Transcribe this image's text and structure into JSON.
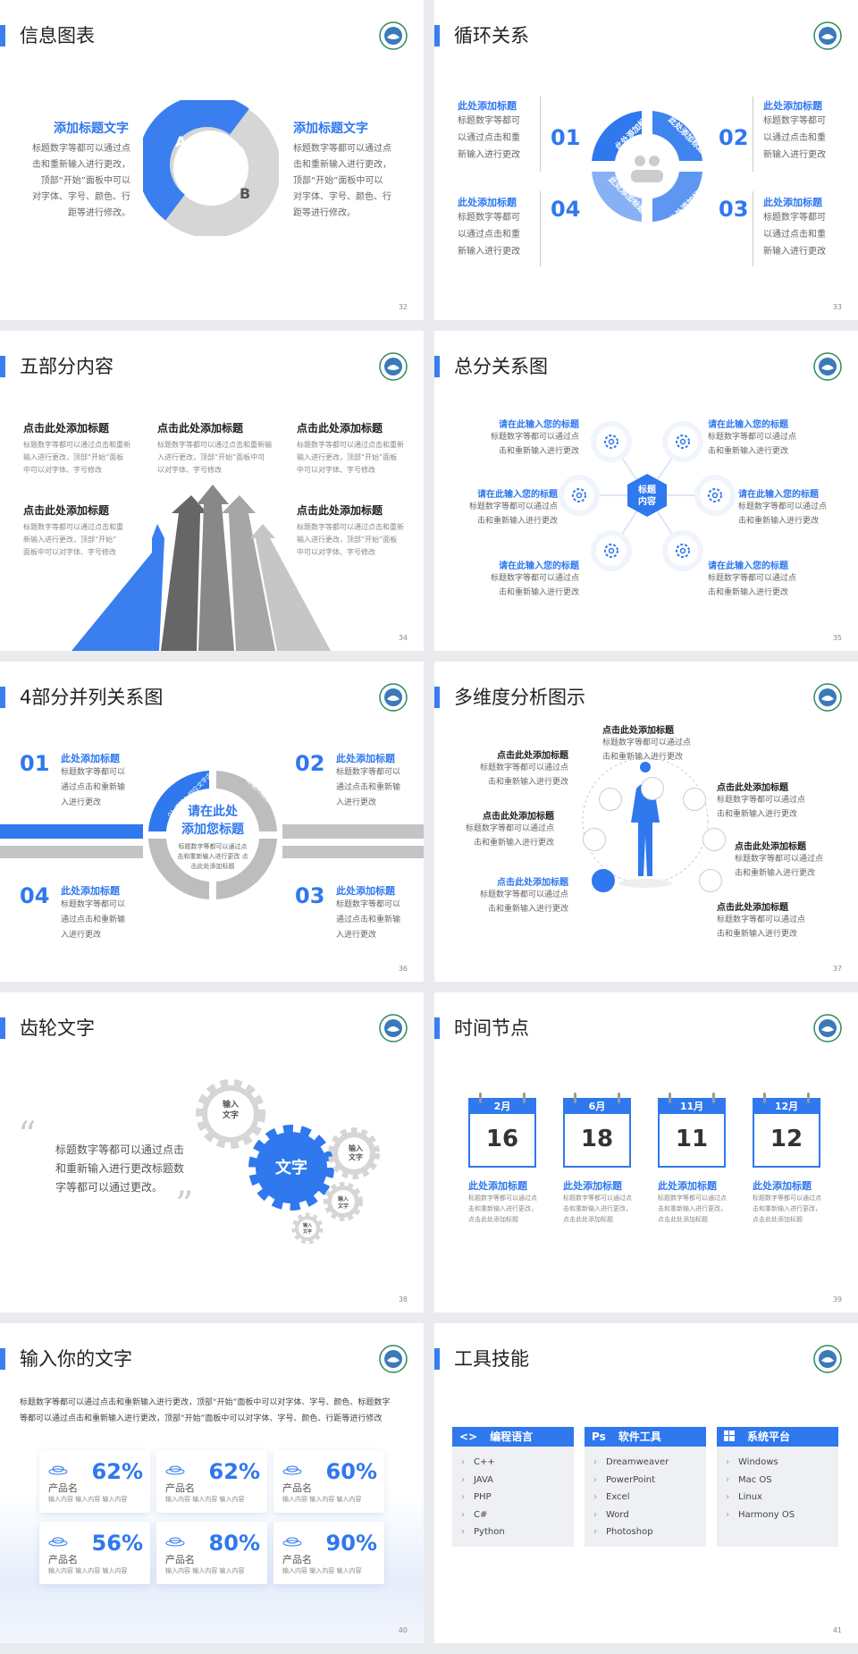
{
  "colors": {
    "accent": "#2f78ee",
    "gray": "#8e8e8e",
    "light": "#d5d5d5"
  },
  "s32": {
    "title": "信息图表",
    "page": "32",
    "left_title": "添加标题文字",
    "left_text": [
      "标题数字等都可以通过点",
      "击和重新输入进行更改，",
      "顶部“开始”面板中可以",
      "对字体、字号、颜色、行",
      "距等进行修改。"
    ],
    "right_title": "添加标题文字",
    "right_text": [
      "标题数字等都可以通过点",
      "击和重新输入进行更改，",
      "顶部“开始”面板中可以",
      "对字体、字号、颜色、行",
      "距等进行修改。"
    ],
    "label_a": "A",
    "label_b": "B"
  },
  "s33": {
    "title": "循环关系",
    "page": "33",
    "items": [
      {
        "num": "01",
        "title": "此处添加标题",
        "text": [
          "标题数字等都可",
          "以通过点击和重",
          "新输入进行更改"
        ]
      },
      {
        "num": "02",
        "title": "此处添加标题",
        "text": [
          "标题数字等都可",
          "以通过点击和重",
          "新输入进行更改"
        ]
      },
      {
        "num": "03",
        "title": "此处添加标题",
        "text": [
          "标题数字等都可",
          "以通过点击和重",
          "新输入进行更改"
        ]
      },
      {
        "num": "04",
        "title": "此处添加标题",
        "text": [
          "标题数字等都可",
          "以通过点击和重",
          "新输入进行更改"
        ]
      }
    ],
    "ring_labels": [
      "此处添加标题",
      "此处添加标题",
      "此处添加标题",
      "此处添加标题"
    ]
  },
  "s34": {
    "title": "五部分内容",
    "page": "34",
    "items": [
      {
        "title": "点击此处添加标题",
        "text": [
          "标题数字等都可以通过点击和重新",
          "输入进行更改，顶部“开始”面板",
          "中可以对字体、字号修改"
        ]
      },
      {
        "title": "点击此处添加标题",
        "text": [
          "标题数字等都可以通过点击和重新输",
          "入进行更改，顶部“开始”面板中可",
          "以对字体、字号修改"
        ]
      },
      {
        "title": "点击此处添加标题",
        "text": [
          "标题数字等都可以通过点击和重新",
          "输入进行更改，顶部“开始”面板",
          "中可以对字体、字号修改"
        ]
      },
      {
        "title": "点击此处添加标题",
        "text": [
          "标题数字等都可以通过点击和重",
          "新输入进行更改，顶部“开始”",
          "面板中可以对字体、字号修改"
        ]
      },
      {
        "title": "点击此处添加标题",
        "text": [
          "标题数字等都可以通过点击和重新",
          "输入进行更改，顶部“开始”面板",
          "中可以对字体、字号修改"
        ]
      }
    ]
  },
  "s35": {
    "title": "总分关系图",
    "page": "35",
    "center": [
      "标题",
      "内容"
    ],
    "items": [
      {
        "title": "请在此输入您的标题",
        "text": [
          "标题数字等都可以通过点",
          "击和重新输入进行更改"
        ]
      },
      {
        "title": "请在此输入您的标题",
        "text": [
          "标题数字等都可以通过点",
          "击和重新输入进行更改"
        ]
      },
      {
        "title": "请在此输入您的标题",
        "text": [
          "标题数字等都可以通过点",
          "击和重新输入进行更改"
        ]
      },
      {
        "title": "请在此输入您的标题",
        "text": [
          "标题数字等都可以通过点",
          "击和重新输入进行更改"
        ]
      },
      {
        "title": "请在此输入您的标题",
        "text": [
          "标题数字等都可以通过点",
          "击和重新输入进行更改"
        ]
      },
      {
        "title": "请在此输入您的标题",
        "text": [
          "标题数字等都可以通过点",
          "击和重新输入进行更改"
        ]
      }
    ]
  },
  "s36": {
    "title": "4部分并列关系图",
    "page": "36",
    "center_title": [
      "请在此处",
      "添加您标题"
    ],
    "center_text": [
      "标题数字等都可以通过点",
      "击和重新输入进行更改 点",
      "击此处添加标题"
    ],
    "ring_text": "01 请输入相应文字内容",
    "items": [
      {
        "num": "01",
        "title": "此处添加标题",
        "text": [
          "标题数字等都可以",
          "通过点击和重新输",
          "入进行更改"
        ]
      },
      {
        "num": "02",
        "title": "此处添加标题",
        "text": [
          "标题数字等都可以",
          "通过点击和重新输",
          "入进行更改"
        ]
      },
      {
        "num": "03",
        "title": "此处添加标题",
        "text": [
          "标题数字等都可以",
          "通过点击和重新输",
          "入进行更改"
        ]
      },
      {
        "num": "04",
        "title": "此处添加标题",
        "text": [
          "标题数字等都可以",
          "通过点击和重新输",
          "入进行更改"
        ]
      }
    ]
  },
  "s37": {
    "title": "多维度分析图示",
    "page": "37",
    "items": [
      {
        "title": "点击此处添加标题",
        "text": [
          "标题数字等都可以通过点",
          "击和重新输入进行更改"
        ]
      },
      {
        "title": "点击此处添加标题",
        "text": [
          "标题数字等都可以通过点",
          "击和重新输入进行更改"
        ]
      },
      {
        "title": "点击此处添加标题",
        "text": [
          "标题数字等都可以通过点",
          "击和重新输入进行更改"
        ]
      },
      {
        "title": "点击此处添加标题",
        "text": [
          "标题数字等都可以通过点",
          "击和重新输入进行更改"
        ]
      },
      {
        "title": "点击此处添加标题",
        "text": [
          "标题数字等都可以通过点",
          "击和重新输入进行更改"
        ]
      },
      {
        "title": "点击此处添加标题",
        "text": [
          "标题数字等都可以通过点",
          "击和重新输入进行更改"
        ]
      },
      {
        "title": "点击此处添加标题",
        "text": [
          "标题数字等都可以通过点",
          "击和重新输入进行更改"
        ]
      }
    ]
  },
  "s38": {
    "title": "齿轮文字",
    "page": "38",
    "quote": [
      "标题数字等都可以通过点击",
      "和重新输入进行更改标题数",
      "字等都可以通过更改。"
    ],
    "gear_main": "文字",
    "gear_small": [
      "输入",
      "文字"
    ]
  },
  "s39": {
    "title": "时间节点",
    "page": "39",
    "items": [
      {
        "month": "2月",
        "day": "16",
        "title": "此处添加标题",
        "text": [
          "标题数字等都可以通过点",
          "击和重新输入进行更改，",
          "点击此处添加标题"
        ]
      },
      {
        "month": "6月",
        "day": "18",
        "title": "此处添加标题",
        "text": [
          "标题数字等都可以通过点",
          "击和重新输入进行更改，",
          "点击此处添加标题"
        ]
      },
      {
        "month": "11月",
        "day": "11",
        "title": "此处添加标题",
        "text": [
          "标题数字等都可以通过点",
          "击和重新输入进行更改，",
          "点击此处添加标题"
        ]
      },
      {
        "month": "12月",
        "day": "12",
        "title": "此处添加标题",
        "text": [
          "标题数字等都可以通过点",
          "击和重新输入进行更改，",
          "点击此处添加标题"
        ]
      }
    ]
  },
  "s40": {
    "title": "输入你的文字",
    "page": "40",
    "intro": [
      "标题数字等都可以通过点击和重新输入进行更改，顶部“开始”面板中可以对字体、字号、颜色、标题数字",
      "等都可以通过点击和重新输入进行更改，顶部“开始”面板中可以对字体、字号、颜色、行距等进行修改"
    ],
    "cards": [
      {
        "pct": "62%",
        "label": "产品名",
        "sub": "输入内容  输入内容  输入内容"
      },
      {
        "pct": "62%",
        "label": "产品名",
        "sub": "输入内容  输入内容  输入内容"
      },
      {
        "pct": "60%",
        "label": "产品名",
        "sub": "输入内容  输入内容  输入内容"
      },
      {
        "pct": "56%",
        "label": "产品名",
        "sub": "输入内容  输入内容  输入内容"
      },
      {
        "pct": "80%",
        "label": "产品名",
        "sub": "输入内容  输入内容  输入内容"
      },
      {
        "pct": "90%",
        "label": "产品名",
        "sub": "输入内容  输入内容  输入内容"
      }
    ]
  },
  "s41": {
    "title": "工具技能",
    "page": "41",
    "columns": [
      {
        "icon": "<>",
        "title": "编程语言",
        "items": [
          "C++",
          "JAVA",
          "PHP",
          "C#",
          "Python"
        ]
      },
      {
        "icon": "Ps",
        "title": "软件工具",
        "items": [
          "Dreamweaver",
          "PowerPoint",
          "Excel",
          "Word",
          "Photoshop"
        ]
      },
      {
        "icon": "win",
        "title": "系统平台",
        "items": [
          "Windows",
          "Mac OS",
          "Linux",
          "Harmony OS"
        ]
      }
    ]
  }
}
